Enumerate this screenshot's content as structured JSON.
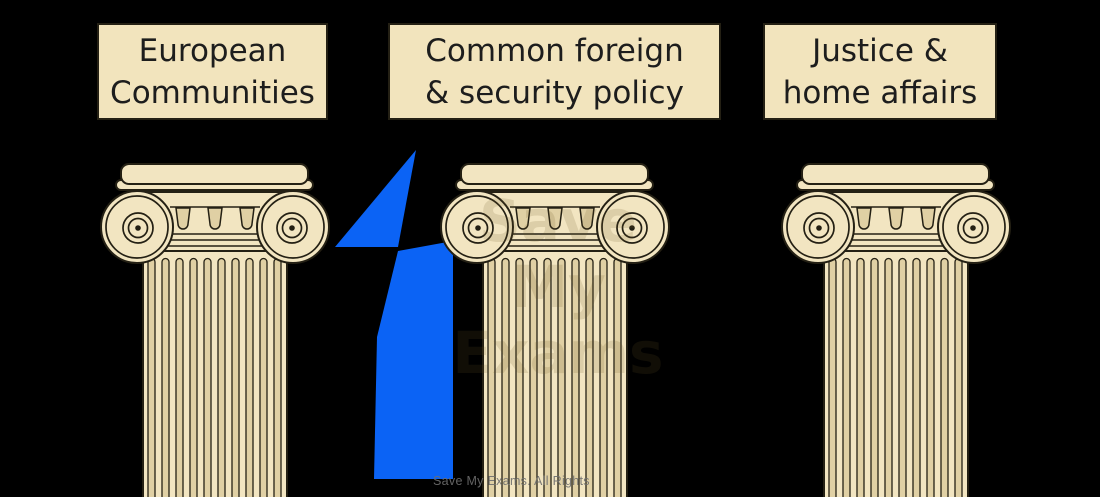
{
  "pillars": [
    {
      "name": "european-communities",
      "label_line1": "European",
      "label_line2": "Communities"
    },
    {
      "name": "common-foreign-security-policy",
      "label_line1": "Common foreign",
      "label_line2": "& security policy"
    },
    {
      "name": "justice-home-affairs",
      "label_line1": "Justice &",
      "label_line2": "home affairs"
    }
  ],
  "arrow": {
    "direction": "up",
    "color": "#0b63f5"
  },
  "watermarks": {
    "ghost": "Save My Exams",
    "footer": "Save My Exams. All Rights"
  },
  "colors": {
    "background": "#000000",
    "stone": "#f2e5c1",
    "stone_shade": "#e0d0a4",
    "outline": "#242014",
    "label_bg": "#f2e4bd",
    "label_text": "#1d1d1d",
    "arrow": "#0b63f5",
    "watermark": "#6e6e6e"
  }
}
